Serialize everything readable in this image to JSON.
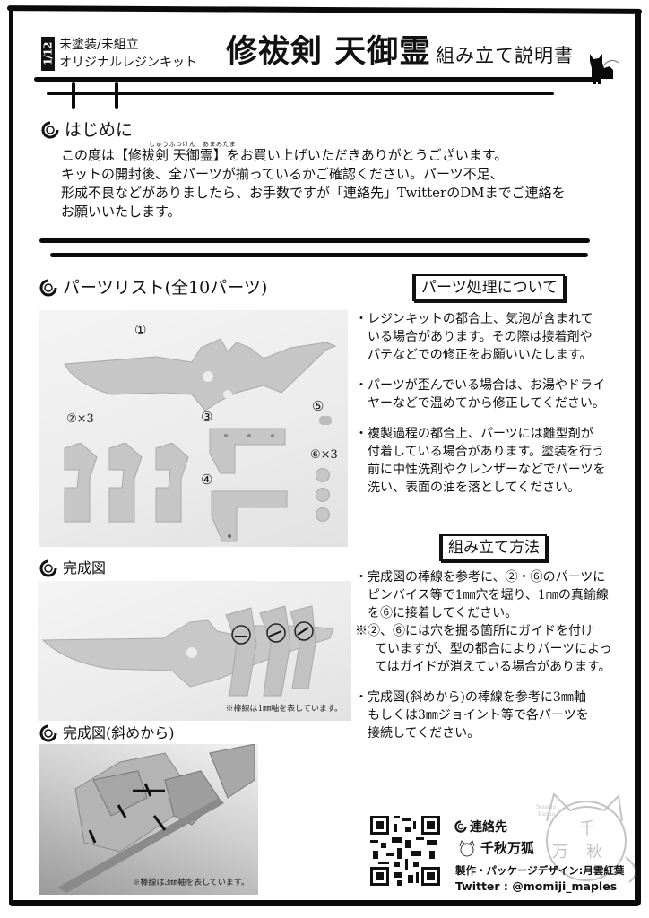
{
  "header": {
    "scale": "1/12",
    "subtitle_line1": "未塗装/未組立",
    "subtitle_line2": "オリジナルレジンキット",
    "title": "修祓剣 天御霊",
    "doc_type": "組み立て説明書"
  },
  "intro": {
    "heading": "はじめに",
    "ruby": "しゅうふつけん　あまみたま",
    "lines": [
      "この度は【修祓剣 天御霊】をお買い上げいただきありがとうございます。",
      "キットの開封後、全パーツが揃っているかご確認ください。パーツ不足、",
      "形成不良などがありましたら、お手数ですが「連絡先」TwitterのDMまでご連絡を",
      "お願いいたします。"
    ]
  },
  "parts_list": {
    "heading": "パーツリスト(全10パーツ)",
    "labels": {
      "p1": "①",
      "p2": "②×3",
      "p3": "③",
      "p4": "④",
      "p5": "⑤",
      "p6": "⑥×3"
    }
  },
  "parts_handling": {
    "title": "パーツ処理について",
    "notes": [
      {
        "first": "・レジンキットの都合上、気泡が含まれて",
        "rest": [
          "いる場合があります。その際は接着剤や",
          "パテなどでの修正をお願いいたします。"
        ]
      },
      {
        "first": "・パーツが歪んでいる場合は、お湯やドライ",
        "rest": [
          "ヤーなどで温めてから修正してください。"
        ]
      },
      {
        "first": "・複製過程の都合上、パーツには離型剤が",
        "rest": [
          "付着している場合があります。塗装を行う",
          "前に中性洗剤やクレンザーなどでパーツを",
          "洗い、表面の油を落としてください。"
        ]
      }
    ]
  },
  "assembly": {
    "title": "組み立て方法",
    "step1": {
      "first": "・完成図の棒線を参考に、②・⑥のパーツに",
      "rest": [
        "ピンバイス等で1㎜穴を堀り、1㎜の真鍮線",
        "を⑥に接着してください。"
      ]
    },
    "note": {
      "first": "※②、⑥には穴を掘る箇所にガイドを付け",
      "rest": [
        "ていますが、型の都合によりパーツによっ",
        "てはガイドが消えている場合があります。"
      ]
    },
    "step2": {
      "first": "・完成図(斜めから)の棒線を参考に3㎜軸",
      "rest": [
        "もしくは3㎜ジョイント等で各パーツを",
        "接続してください。"
      ]
    }
  },
  "completed": {
    "heading": "完成図",
    "caption": "※棒線は1㎜軸を表しています。"
  },
  "completed_angle": {
    "heading": "完成図(斜めから)",
    "caption": "※棒線は3㎜軸を表しています。"
  },
  "footer": {
    "contact_label": "連絡先",
    "brand": "千秋万狐",
    "credit": "製作・パッケージデザイン:月雲紅葉",
    "twitter": "Twitter : @momiji_maples",
    "watermark_text": "千秋万狐",
    "watermark_romaji": "Senshu Banko"
  },
  "colors": {
    "ink": "#0a0a0a",
    "photo_bg": "#ececec",
    "part_gray": "#c4c4c4"
  }
}
